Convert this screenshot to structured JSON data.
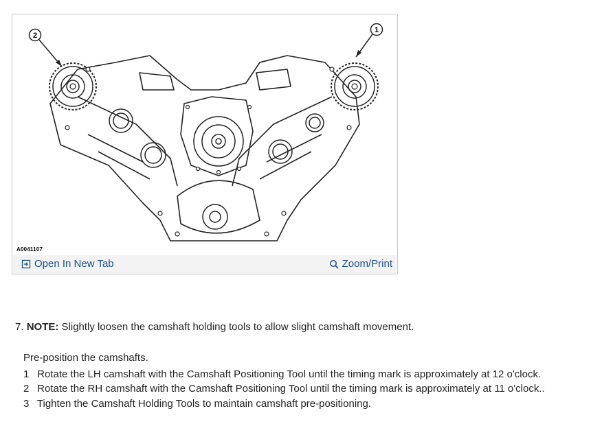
{
  "figure": {
    "figure_id": "A0041107",
    "callouts": [
      "1",
      "2"
    ],
    "open_link": "Open In New Tab",
    "zoom_link": "Zoom/Print",
    "open_icon": "open-new-tab-icon",
    "zoom_icon": "magnifier-icon",
    "link_color": "#1a4f8e"
  },
  "step": {
    "number": "7.",
    "note_label": "NOTE:",
    "note_text": " Slightly loosen the camshaft holding tools to allow slight camshaft movement.",
    "intro": "Pre-position the camshafts.",
    "items": [
      {
        "n": "1",
        "text": "Rotate the LH camshaft with the Camshaft Positioning Tool until the timing mark is approximately at 12 o'clock."
      },
      {
        "n": "2",
        "text": "Rotate the RH camshaft with the Camshaft Positioning Tool until the timing mark is approximately at 11 o'clock.."
      },
      {
        "n": "3",
        "text": "Tighten the Camshaft Holding Tools to maintain camshaft pre-positioning."
      }
    ]
  }
}
